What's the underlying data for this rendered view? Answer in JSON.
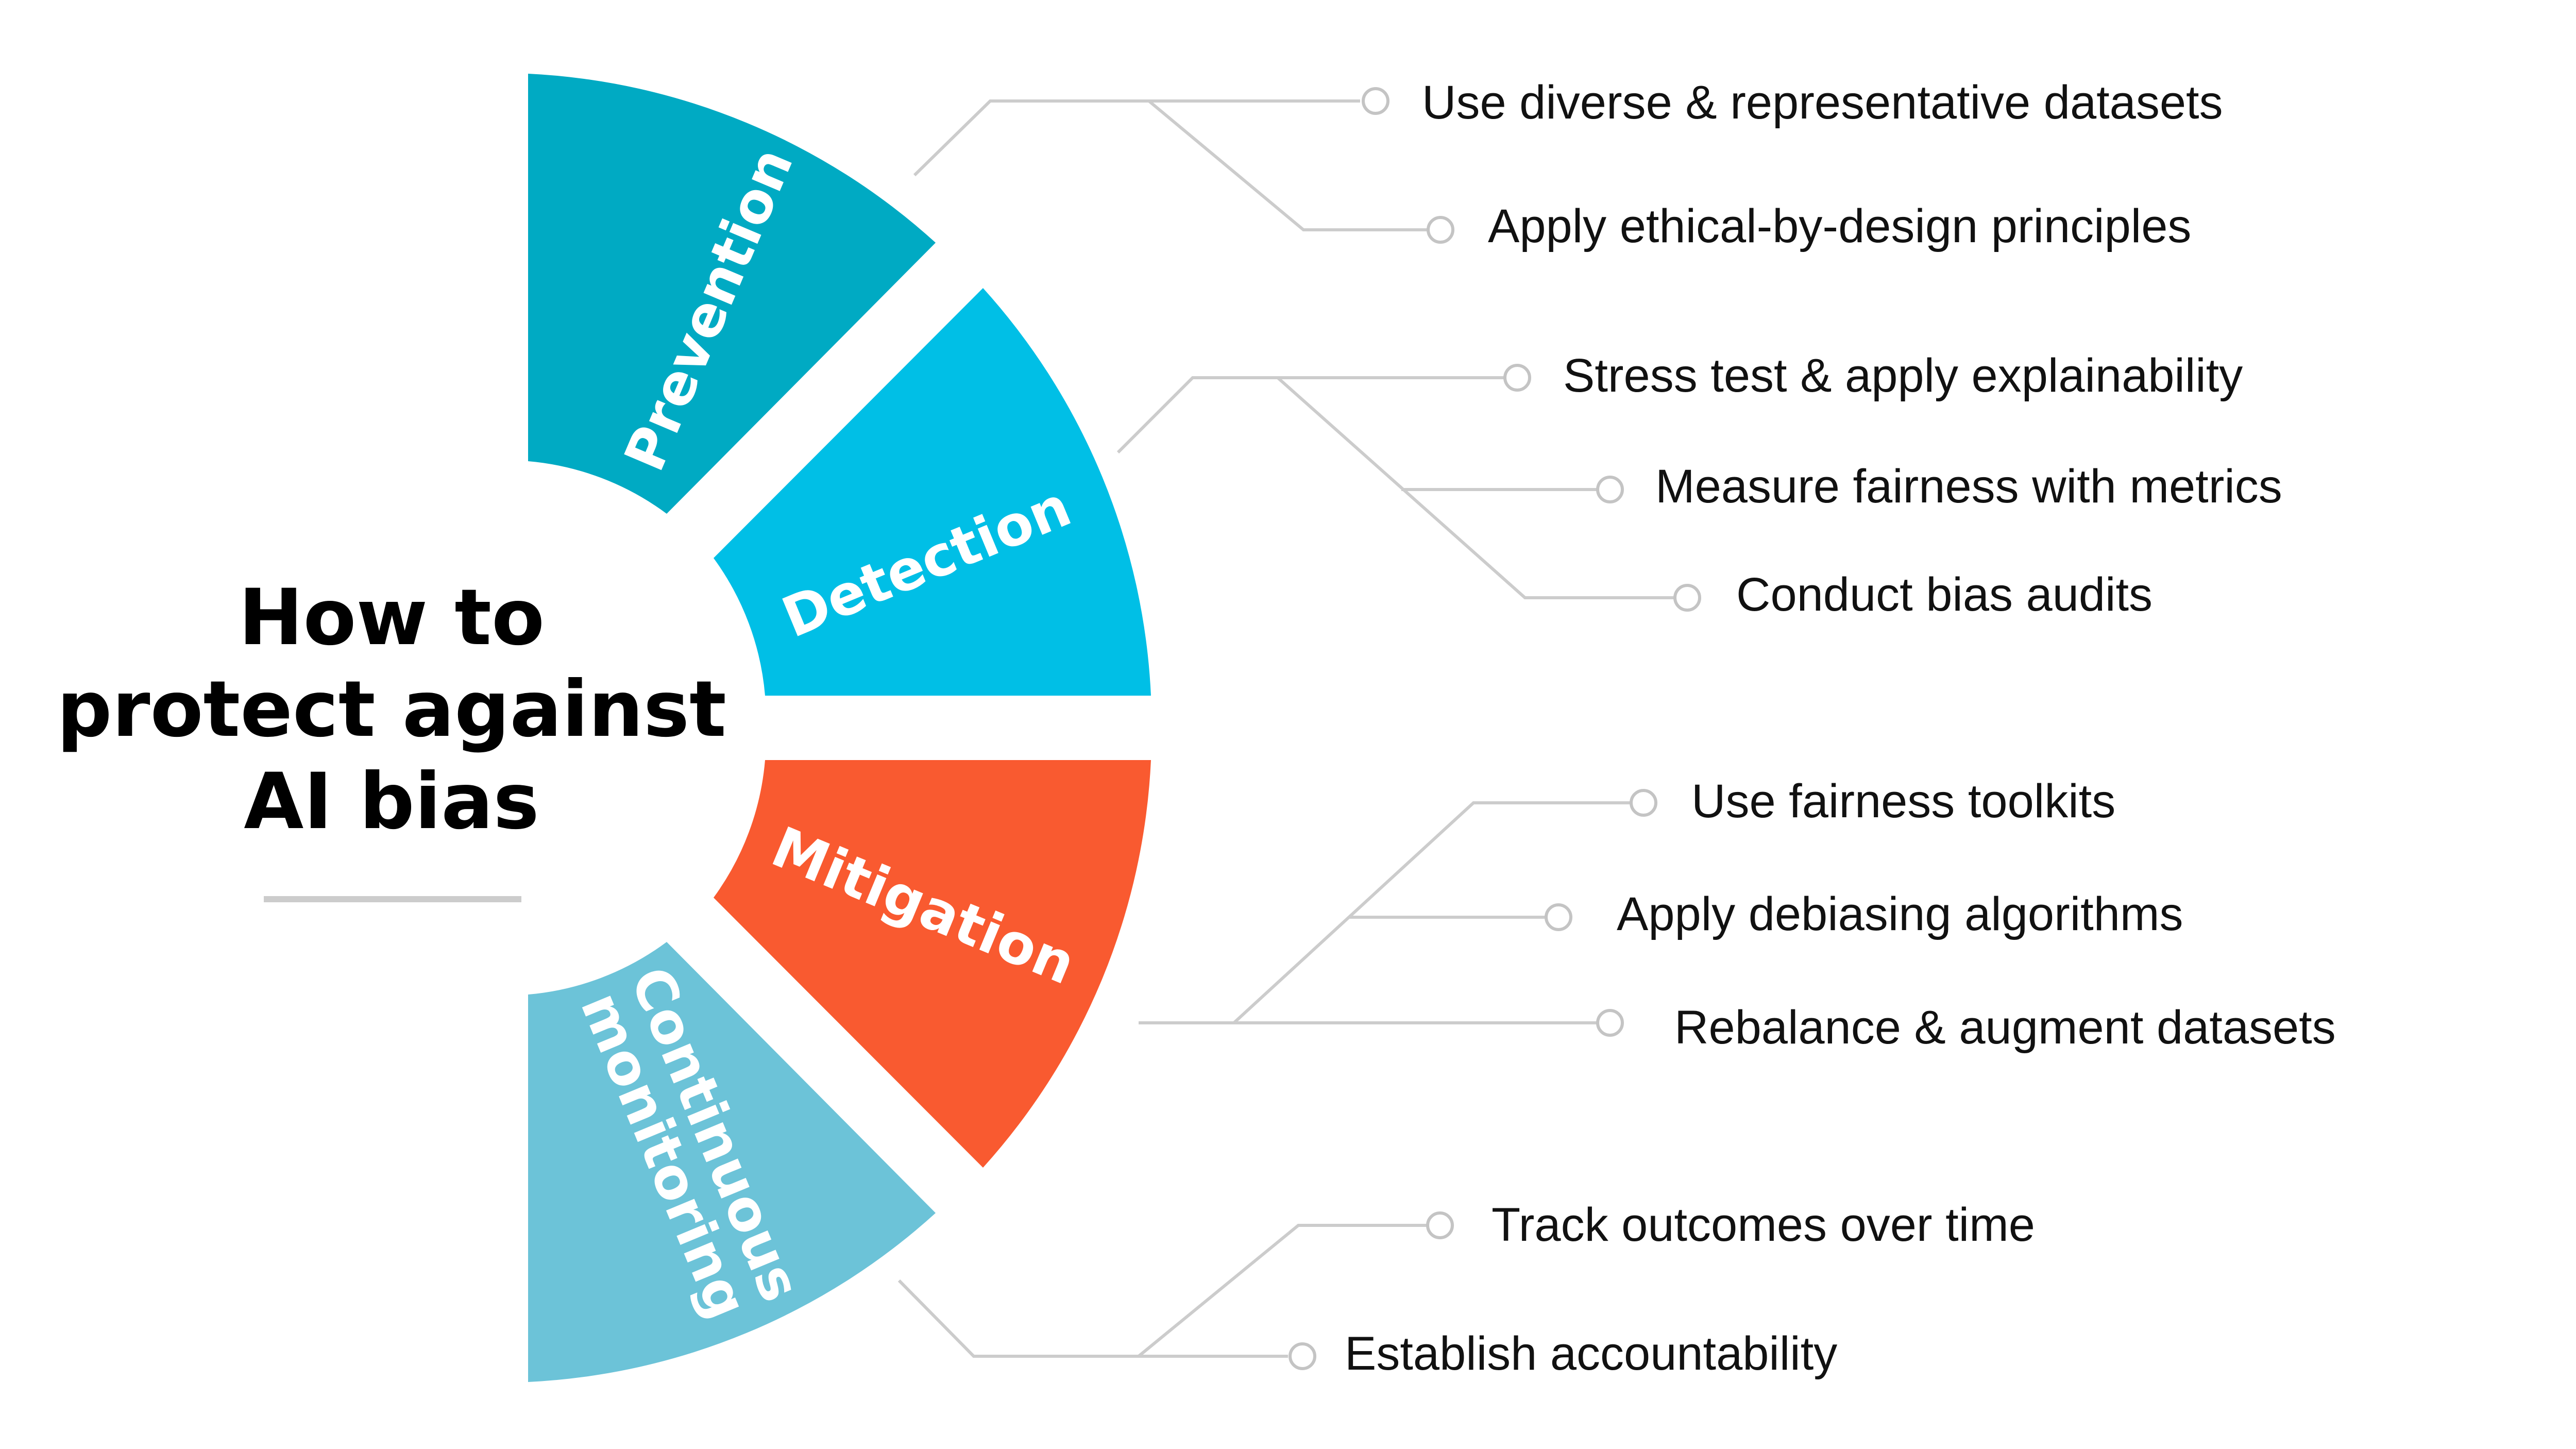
{
  "title": {
    "line1": "How to",
    "line2": "protect against",
    "line3": "AI bias"
  },
  "colors": {
    "prevention": "#00AAC3",
    "detection": "#00BFE6",
    "mitigation": "#F95A30",
    "monitoring": "#6CC3D8",
    "connector": "#CCCCCC",
    "divider": "#CCCCCC",
    "title": "#000000"
  },
  "segments": [
    {
      "id": "prevention",
      "label_line1": "Prevention",
      "label_line2": "",
      "items": [
        "Use diverse & representative datasets",
        "Apply ethical-by-design principles"
      ]
    },
    {
      "id": "detection",
      "label_line1": "Detection",
      "label_line2": "",
      "items": [
        "Stress test & apply explainability",
        "Measure fairness with metrics",
        "Conduct bias audits"
      ]
    },
    {
      "id": "mitigation",
      "label_line1": "Mitigation",
      "label_line2": "",
      "items": [
        "Use fairness toolkits",
        "Apply debiasing algorithms",
        "Rebalance & augment datasets"
      ]
    },
    {
      "id": "monitoring",
      "label_line1": "Continuous",
      "label_line2": "monitoring",
      "items": [
        "Track outcomes over time",
        "Establish accountability"
      ]
    }
  ]
}
